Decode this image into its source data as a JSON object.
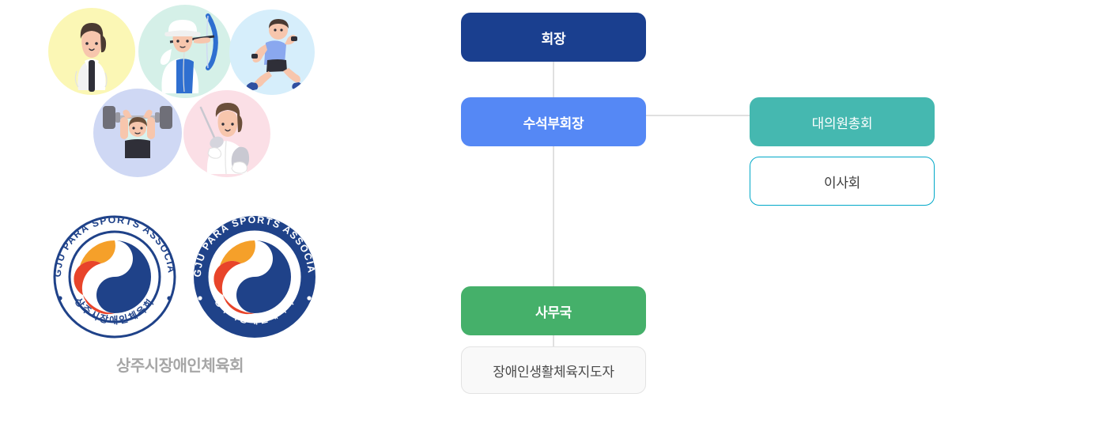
{
  "brand": {
    "wordmark": "상주시장애인체육회",
    "emblem_outer_text": "SANGJU PARA SPORTS ASSOCIATION",
    "emblem_inner_text": "상주시장애인체육회",
    "emblem_colors": {
      "navy": "#1f4289",
      "orange": "#f5a02a",
      "red": "#e8442a",
      "ring": "#1f4289"
    },
    "illustrations": [
      {
        "name": "taekwondo-athlete",
        "bg": "#fbf7b5"
      },
      {
        "name": "archery-athlete",
        "bg": "#d5f0e8"
      },
      {
        "name": "running-athlete",
        "bg": "#d6eefb"
      },
      {
        "name": "weightlifting-athlete",
        "bg": "#cfd8f4"
      },
      {
        "name": "fencing-athlete",
        "bg": "#fbdfe6"
      }
    ]
  },
  "org_chart": {
    "nodes": {
      "president": {
        "label": "회장",
        "color": "#1a3f8f"
      },
      "vice_president": {
        "label": "수석부회장",
        "color": "#5588f5"
      },
      "delegates": {
        "label": "대의원총회",
        "color": "#45b8b0"
      },
      "board": {
        "label": "이사회",
        "color": "#ffffff",
        "border": "#00a8c8"
      },
      "secretariat": {
        "label": "사무국",
        "color": "#45b06a"
      },
      "instructor": {
        "label": "장애인생활체육지도자",
        "color": "#f9f9f9",
        "border": "#e3e3e3"
      }
    },
    "connector_color": "#e0e0e0",
    "edges": [
      {
        "from": "president",
        "to": "vice_president"
      },
      {
        "from": "vice_president",
        "to": "delegates"
      },
      {
        "from": "vice_president",
        "to": "secretariat"
      },
      {
        "from": "secretariat",
        "to": "instructor"
      }
    ]
  }
}
